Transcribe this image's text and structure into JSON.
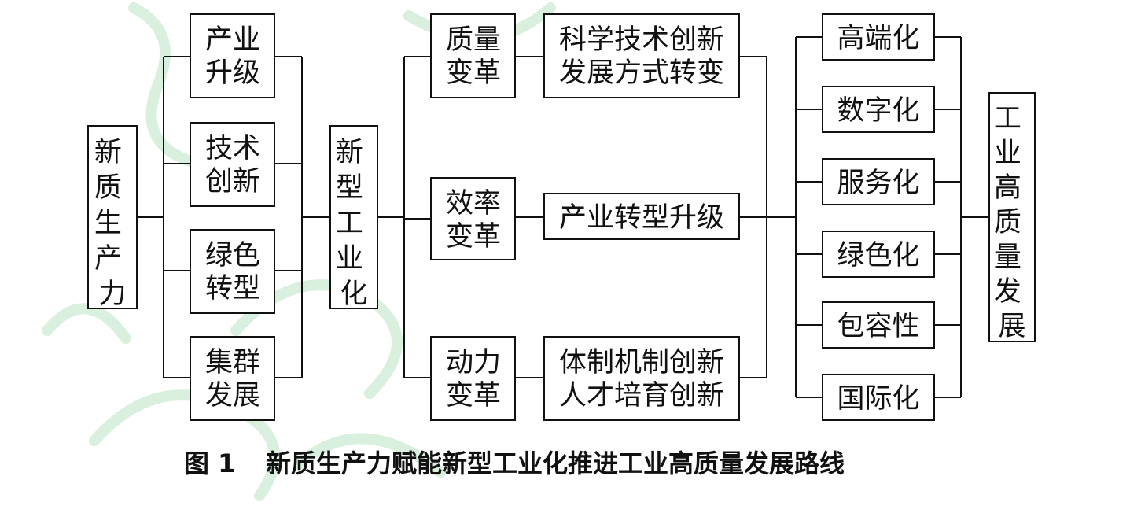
{
  "diagram": {
    "source": {
      "text": "新质生产力"
    },
    "drivers": [
      {
        "line1": "产业",
        "line2": "升级"
      },
      {
        "line1": "技术",
        "line2": "创新"
      },
      {
        "line1": "绿色",
        "line2": "转型"
      },
      {
        "line1": "集群",
        "line2": "发展"
      }
    ],
    "middle": {
      "text": "新型工业化"
    },
    "reforms": [
      {
        "line1": "质量",
        "line2": "变革"
      },
      {
        "line1": "效率",
        "line2": "变革"
      },
      {
        "line1": "动力",
        "line2": "变革"
      }
    ],
    "outcomes": [
      {
        "lines": [
          "科学技术创新",
          "发展方式转变"
        ]
      },
      {
        "lines": [
          "产业转型升级"
        ]
      },
      {
        "lines": [
          "体制机制创新",
          "人才培育创新"
        ]
      }
    ],
    "features": [
      "高端化",
      "数字化",
      "服务化",
      "绿色化",
      "包容性",
      "国际化"
    ],
    "target": {
      "text": "工业高质量发展"
    }
  },
  "caption": {
    "label": "图 1",
    "text": "新质生产力赋能新型工业化推进工业高质量发展路线"
  },
  "colors": {
    "line": "#111111",
    "text": "#111111",
    "watermark": "#d8f0dd",
    "background": "#ffffff"
  }
}
